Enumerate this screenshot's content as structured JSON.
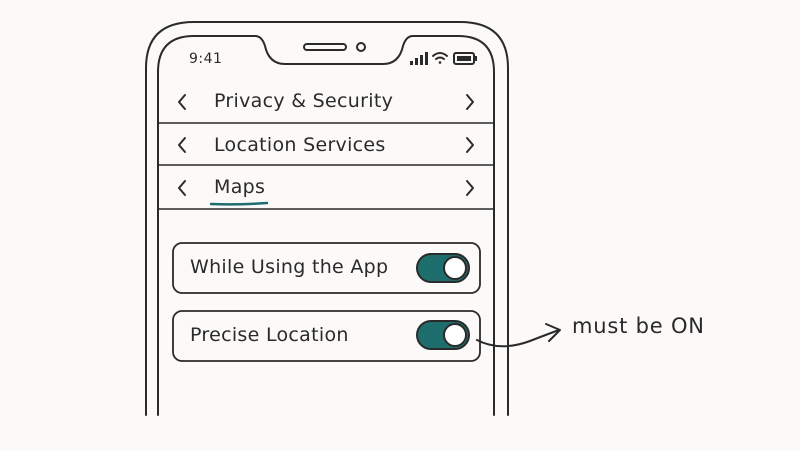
{
  "status_bar": {
    "time": "9:41",
    "icons": [
      "cellular-signal-icon",
      "wifi-icon",
      "battery-icon"
    ]
  },
  "breadcrumb": [
    {
      "label": "Privacy & Security"
    },
    {
      "label": "Location Services"
    },
    {
      "label": "Maps",
      "current": true
    }
  ],
  "settings": [
    {
      "label": "While Using the App",
      "state": "on"
    },
    {
      "label": "Precise Location",
      "state": "on"
    }
  ],
  "annotation": {
    "text": "must be ON"
  },
  "colors": {
    "accent": "#1e6e6e",
    "ink": "#2a2a2a",
    "background": "#fcfaf8"
  }
}
